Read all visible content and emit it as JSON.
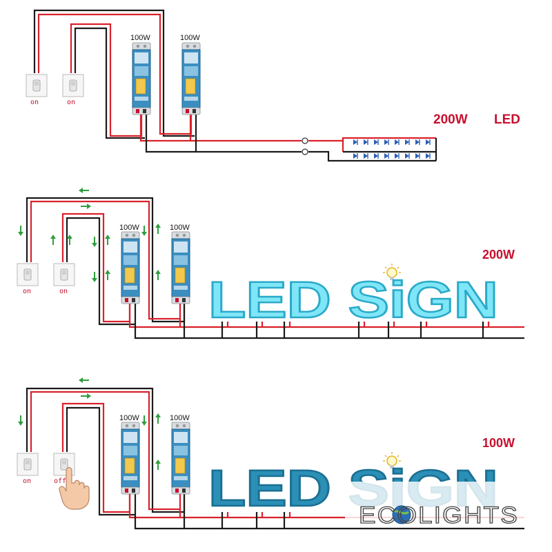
{
  "colors": {
    "wire_live": "#d9212b",
    "wire_neutral": "#1a1a1a",
    "arrow": "#2e9e3e",
    "label_red": "#c8102e",
    "driver_body": "#3b8ec0",
    "sign_on": "#7fe6f7",
    "sign_dim": "#2b8fb6"
  },
  "panels": [
    {
      "id": "panel-1",
      "output_label": "200W",
      "load_label": "LED",
      "switches": [
        "on",
        "on"
      ],
      "drivers": [
        "100W",
        "100W"
      ],
      "load": "led-strip"
    },
    {
      "id": "panel-2",
      "output_label": "200W",
      "switches": [
        "on",
        "on"
      ],
      "drivers": [
        "100W",
        "100W"
      ],
      "load": "led-sign",
      "sign_text": "LED SiGN"
    },
    {
      "id": "panel-3",
      "output_label": "100W",
      "switches": [
        "on",
        "off"
      ],
      "drivers": [
        "100W",
        "100W"
      ],
      "load": "led-sign",
      "sign_text": "LED SiGN"
    }
  ],
  "watermark": "ECOLIGHTS"
}
